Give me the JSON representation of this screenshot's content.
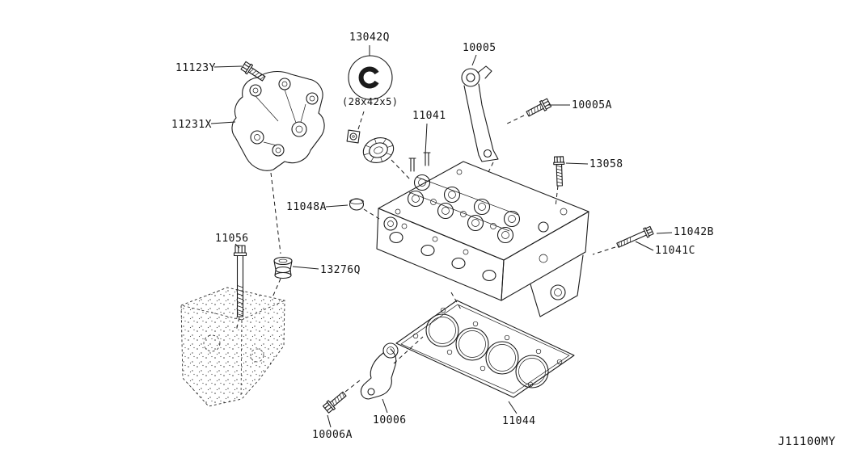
{
  "diagram": {
    "code": "J11100MY",
    "size_note": "(28x42x5)",
    "part_labels": [
      "11123Y",
      "13042Q",
      "10005",
      "10005A",
      "11231X",
      "11041",
      "13058",
      "11048A",
      "11042B",
      "11041C",
      "11056",
      "13276Q",
      "10006A",
      "10006",
      "11044"
    ],
    "colors": {
      "line": "#1b1b1b",
      "background": "#ffffff"
    }
  }
}
